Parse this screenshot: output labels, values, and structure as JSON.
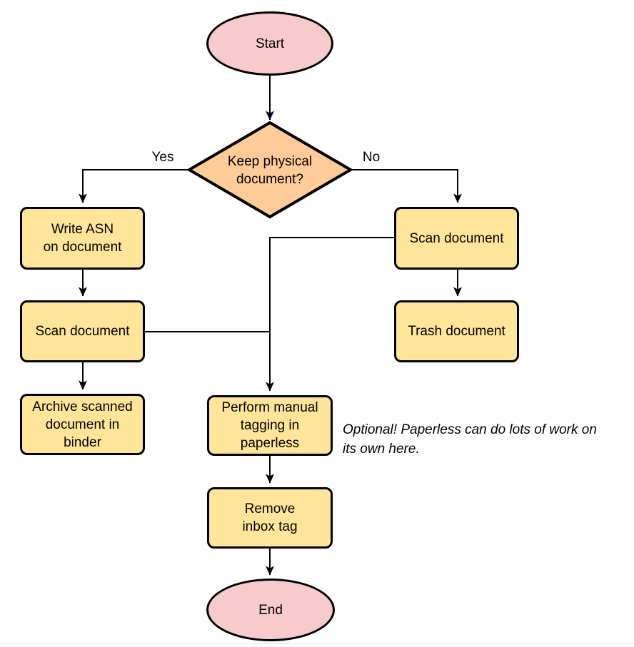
{
  "colors": {
    "terminator_fill": "#f7cbcb",
    "decision_fill": "#ffcc99",
    "process_fill": "#ffe599",
    "stroke": "#000000",
    "background": "#ffffff"
  },
  "nodes": {
    "start": {
      "label": "Start",
      "type": "terminator"
    },
    "decision": {
      "label": "Keep physical\ndocument?",
      "type": "decision"
    },
    "write_asn": {
      "label": "Write ASN\non document",
      "type": "process"
    },
    "scan_left": {
      "label": "Scan document",
      "type": "process"
    },
    "archive": {
      "label": "Archive scanned\ndocument in\nbinder",
      "type": "process"
    },
    "scan_right": {
      "label": "Scan document",
      "type": "process"
    },
    "trash": {
      "label": "Trash document",
      "type": "process"
    },
    "perform_tagging": {
      "label": "Perform manual\ntagging in\npaperless",
      "type": "process"
    },
    "remove_inbox": {
      "label": "Remove\ninbox tag",
      "type": "process"
    },
    "end": {
      "label": "End",
      "type": "terminator"
    }
  },
  "edges": {
    "yes_label": "Yes",
    "no_label": "No"
  },
  "annotation": {
    "line1": "Optional! Paperless can do lots of work on",
    "line2": "its own here."
  }
}
